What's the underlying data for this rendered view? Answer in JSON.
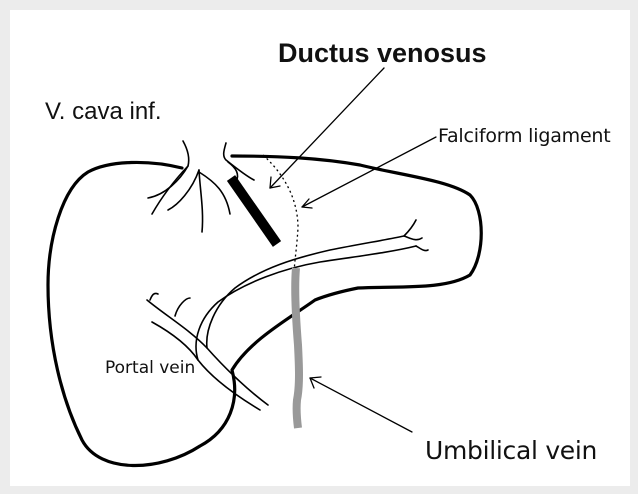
{
  "labels": {
    "title": "Ductus venosus",
    "ivc": "V. cava inf.",
    "falciform": "Falciform ligament",
    "portal": "Portal vein",
    "umbilical": "Umbilical vein"
  },
  "colors": {
    "background": "#ececec",
    "panel": "#ffffff",
    "outline": "#000000",
    "ductus": "#000000",
    "umbilical_vein": "#999999"
  }
}
